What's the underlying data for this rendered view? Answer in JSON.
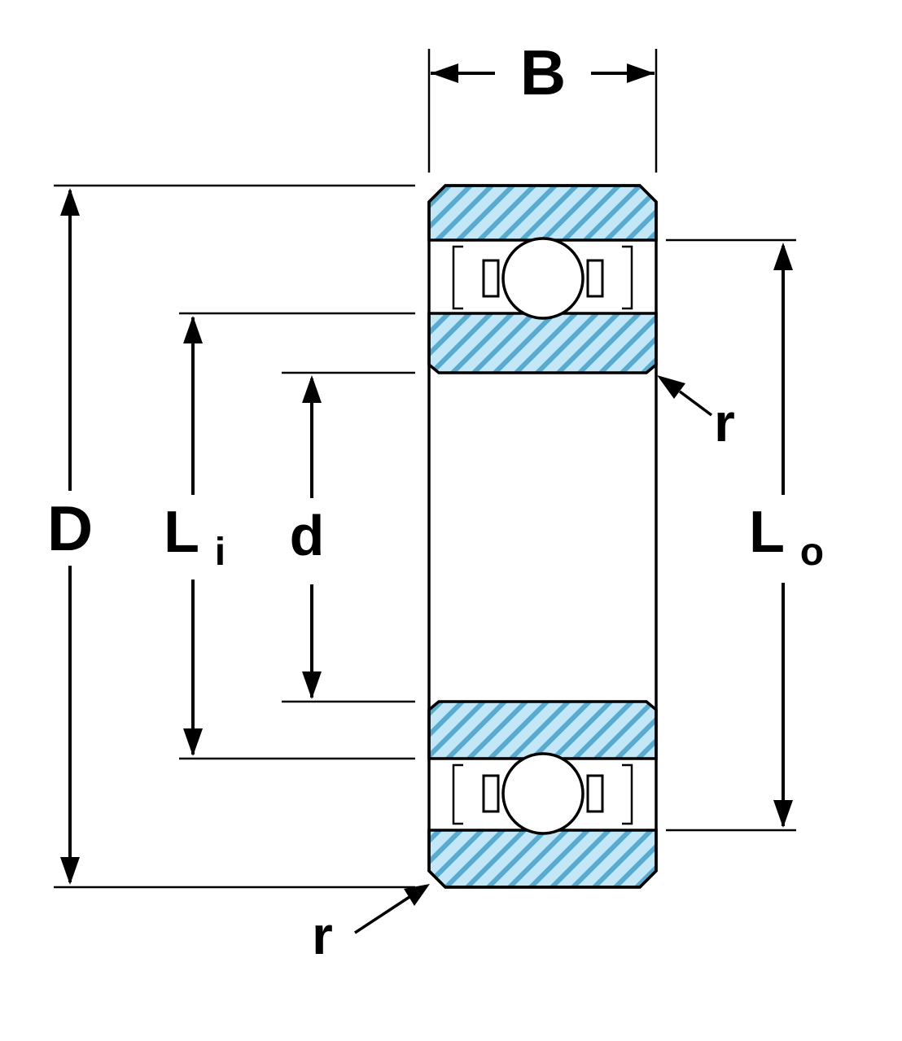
{
  "diagram": {
    "type": "ball-bearing-cross-section",
    "labels": {
      "width": "B",
      "outer_diameter": "D",
      "inner_land_main": "L",
      "inner_land_sub": "i",
      "bore_diameter": "d",
      "outer_land_main": "L",
      "outer_land_sub": "o",
      "chamfer_top": "r",
      "chamfer_bottom": "r"
    },
    "colors": {
      "ring_fill": "#c3e7f6",
      "hatch_stroke": "#58abd0",
      "outline": "#000000"
    }
  }
}
